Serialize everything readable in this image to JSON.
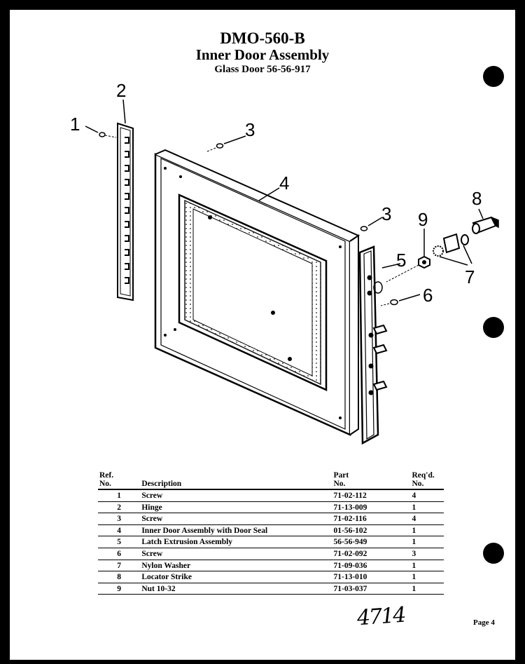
{
  "header": {
    "model": "DMO-560-B",
    "assembly": "Inner Door Assembly",
    "subtitle": "Glass Door 56-56-917"
  },
  "callouts": [
    "1",
    "2",
    "3",
    "4",
    "3",
    "5",
    "6",
    "7",
    "8",
    "9"
  ],
  "parts_table": {
    "columns": {
      "ref": [
        "Ref.",
        "No."
      ],
      "description": "Description",
      "part": [
        "Part",
        "No."
      ],
      "req": [
        "Req'd.",
        "No."
      ]
    },
    "rows": [
      {
        "ref": "1",
        "description": "Screw",
        "part": "71-02-112",
        "req": "4"
      },
      {
        "ref": "2",
        "description": "Hinge",
        "part": "71-13-009",
        "req": "1"
      },
      {
        "ref": "3",
        "description": "Screw",
        "part": "71-02-116",
        "req": "4"
      },
      {
        "ref": "4",
        "description": "Inner Door Assembly with Door Seal",
        "part": "01-56-102",
        "req": "1"
      },
      {
        "ref": "5",
        "description": "Latch Extrusion Assembly",
        "part": "56-56-949",
        "req": "1"
      },
      {
        "ref": "6",
        "description": "Screw",
        "part": "71-02-092",
        "req": "3"
      },
      {
        "ref": "7",
        "description": "Nylon Washer",
        "part": "71-09-036",
        "req": "1"
      },
      {
        "ref": "8",
        "description": "Locator Strike",
        "part": "71-13-010",
        "req": "1"
      },
      {
        "ref": "9",
        "description": "Nut 10-32",
        "part": "71-03-037",
        "req": "1"
      }
    ]
  },
  "handwritten_note": "4714",
  "page_label": "Page 4"
}
